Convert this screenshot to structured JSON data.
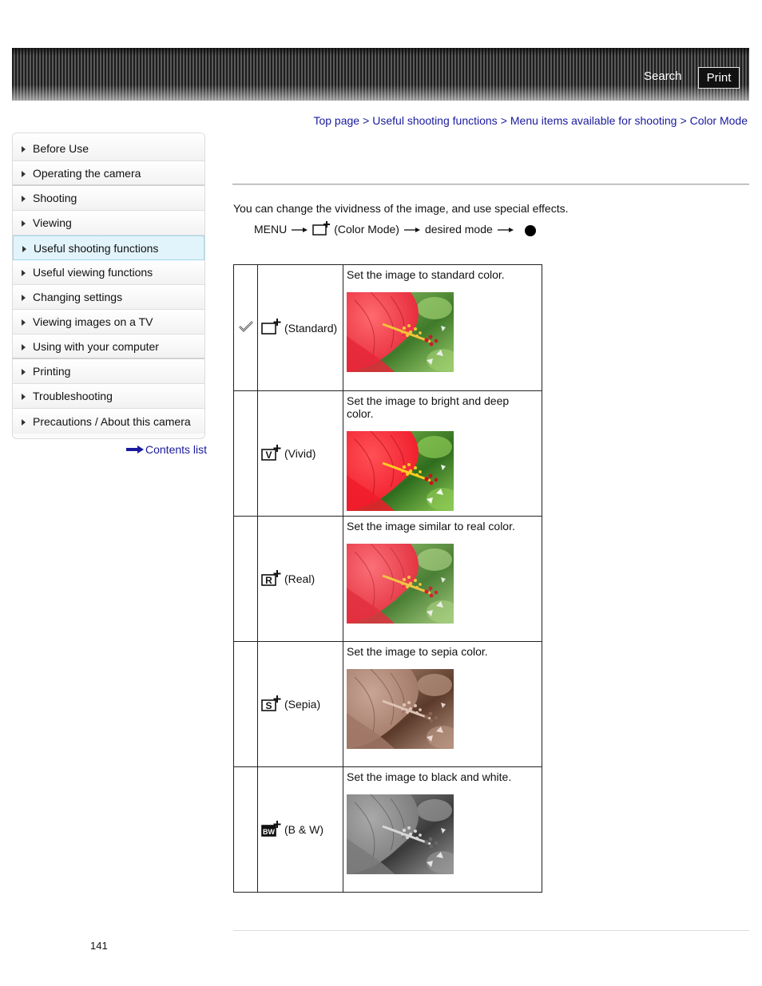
{
  "header": {
    "search_label": "Search",
    "print_label": "Print"
  },
  "breadcrumb": [
    "Top page",
    "Useful shooting functions",
    "Menu items available for shooting",
    "Color Mode"
  ],
  "breadcrumb_separator": ">",
  "sidebar": {
    "items": [
      {
        "label": "Before Use"
      },
      {
        "label": "Operating the camera"
      },
      {
        "label": "Shooting"
      },
      {
        "label": "Viewing"
      },
      {
        "label": "Useful shooting functions",
        "active": true
      },
      {
        "label": "Useful viewing functions"
      },
      {
        "label": "Changing settings"
      },
      {
        "label": "Viewing images on a TV"
      },
      {
        "label": "Using with your computer"
      },
      {
        "label": "Printing"
      },
      {
        "label": "Troubleshooting"
      },
      {
        "label": "Precautions / About this camera"
      }
    ],
    "contents_link": "Contents list"
  },
  "intro": "You can change the vividness of the image, and use special effects.",
  "menu_path": {
    "menu": "MENU",
    "item": "(Color Mode)",
    "step": "desired mode"
  },
  "modes": [
    {
      "name": "(Standard)",
      "icon": "standard-color-icon",
      "description": "Set the image to standard color.",
      "default": true,
      "tone": "standard"
    },
    {
      "name": "(Vivid)",
      "icon": "vivid-color-icon",
      "description": "Set the image to bright and deep color.",
      "default": false,
      "tone": "vivid"
    },
    {
      "name": "(Real)",
      "icon": "real-color-icon",
      "description": "Set the image similar to real color.",
      "default": false,
      "tone": "real"
    },
    {
      "name": "(Sepia)",
      "icon": "sepia-color-icon",
      "description": "Set the image to sepia color.",
      "default": false,
      "tone": "sepia"
    },
    {
      "name": "(B & W)",
      "icon": "bw-color-icon",
      "description": "Set the image to black and white.",
      "default": false,
      "tone": "bw"
    }
  ],
  "page_number": "141",
  "colors": {
    "link": "#1a1a9e",
    "active_nav_bg": "#e2f4fb",
    "active_nav_border": "#9fd7ea"
  }
}
